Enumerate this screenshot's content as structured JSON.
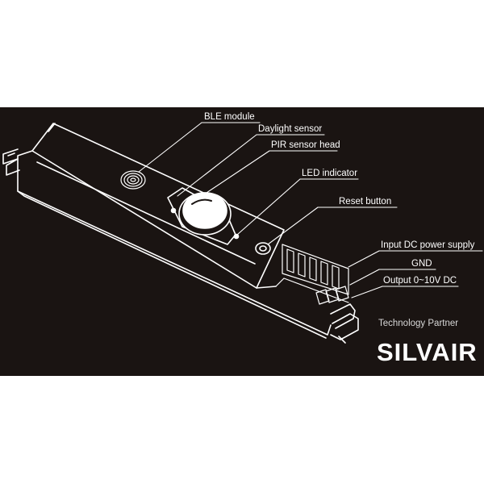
{
  "labels": {
    "ble_module": "BLE module",
    "daylight_sensor": "Daylight sensor",
    "pir_sensor_head": "PIR sensor head",
    "led_indicator": "LED indicator",
    "reset_button": "Reset button",
    "input_dc": "Input DC power supply",
    "gnd": "GND",
    "output": "Output 0~10V DC"
  },
  "branding": {
    "tagline": "Technology Partner",
    "name": "SILVAIR"
  },
  "colors": {
    "background": "#1a1412",
    "lines": "#ffffff",
    "page": "#ffffff"
  }
}
